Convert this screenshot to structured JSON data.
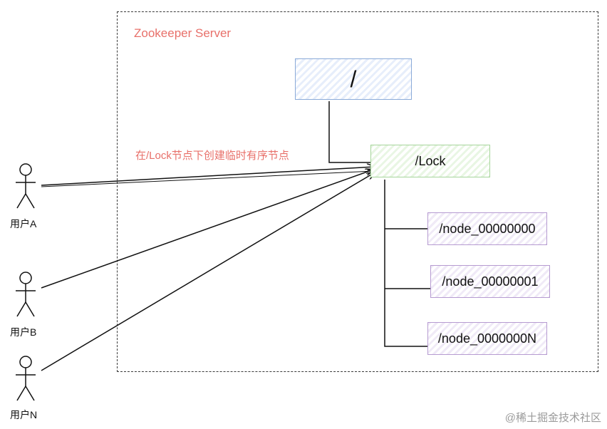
{
  "server": {
    "title": "Zookeeper Server"
  },
  "annotation": "在/Lock节点下创建临时有序节点",
  "nodes": {
    "root": "/",
    "lock": "/Lock",
    "children": [
      "/node_00000000",
      "/node_00000001",
      "/node_0000000N"
    ]
  },
  "users": [
    "用户A",
    "用户B",
    "用户N"
  ],
  "watermark": "@稀土掘金技术社区",
  "colors": {
    "accent_text": "#e8706a",
    "root_border": "#8aaad8",
    "lock_border": "#a6d59b",
    "child_border": "#b69bd1"
  }
}
